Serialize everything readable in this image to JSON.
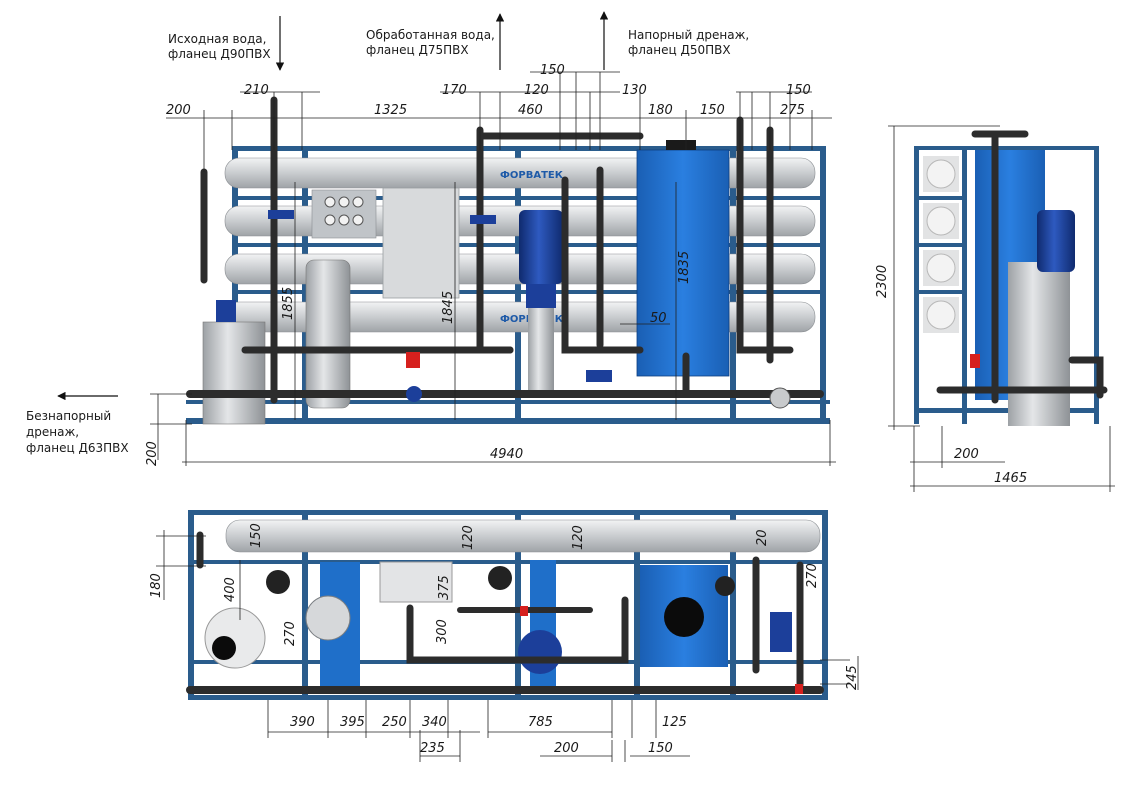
{
  "labels": {
    "inlet_water": [
      "Исходная вода,",
      "фланец Д90ПВХ"
    ],
    "treated_water": [
      "Обработанная вода,",
      "фланец Д75ПВХ"
    ],
    "pressure_drain": [
      "Напорный дренаж,",
      "фланец Д50ПВХ"
    ],
    "gravity_drain": [
      "Безнапорный",
      "дренаж,",
      "фланец Д63ПВХ"
    ],
    "brand": "ФОРВАТЕК"
  },
  "dimensions": {
    "front": [
      "200",
      "210",
      "1325",
      "170",
      "120",
      "150",
      "460",
      "130",
      "180",
      "150",
      "150",
      "275",
      "1855",
      "1845",
      "1835",
      "50",
      "200",
      "4940"
    ],
    "side": [
      "2300",
      "200",
      "1465"
    ],
    "top": [
      "150",
      "180",
      "400",
      "270",
      "120",
      "120",
      "375",
      "300",
      "20",
      "270",
      "245",
      "390",
      "395",
      "250",
      "340",
      "785",
      "125",
      "235",
      "200",
      "150"
    ]
  },
  "colors": {
    "frame": "#2a5c8c",
    "membrane": "#d4d6d8",
    "pipe": "#2c2c2c",
    "tank_blue": "#1f6fc9",
    "pump_blue": "#1c3f9a",
    "valve_red": "#d6201e"
  }
}
